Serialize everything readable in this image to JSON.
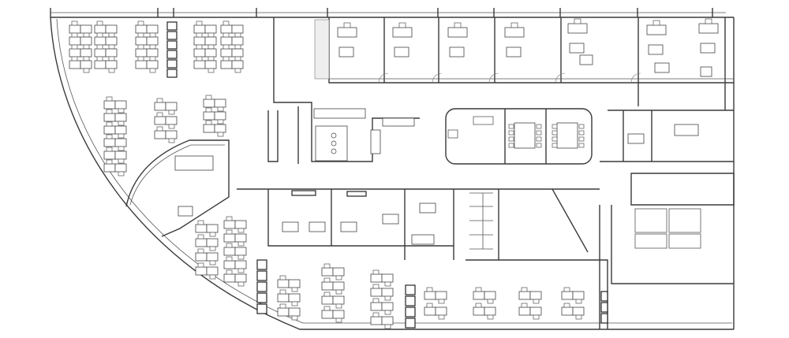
{
  "floor_plan": {
    "icon": "office-floor-plan",
    "areas": [
      "open-workstations-west",
      "open-workstations-south",
      "north-private-offices",
      "central-core",
      "meeting-rooms",
      "restrooms",
      "east-service-rooms"
    ]
  }
}
